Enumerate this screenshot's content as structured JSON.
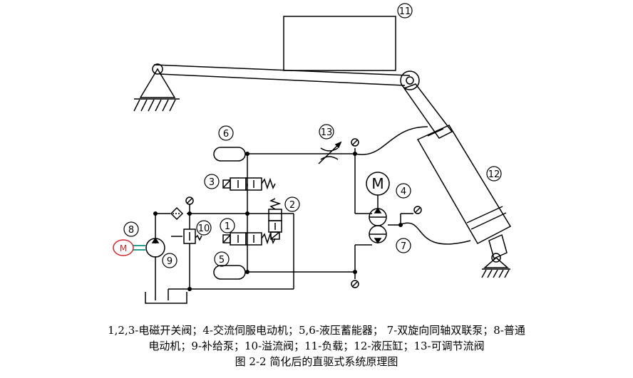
{
  "labels": {
    "n1": "1",
    "n2": "2",
    "n3": "3",
    "n4": "4",
    "n5": "5",
    "n6": "6",
    "n7": "7",
    "n8": "8",
    "n9": "9",
    "n10": "10",
    "n11": "11",
    "n12": "12",
    "n13": "13"
  },
  "motor_symbol": "M",
  "motor_small_symbol": "M",
  "legend_line1": "1,2,3-电磁开关阀；4-交流伺服电动机；5,6-液压蓄能器；  7-双旋向同轴双联泵；8-普通",
  "legend_line2": "电动机；9-补给泵；10-溢流阀；11-负载；12-液压缸；13-可调节流阀",
  "caption": "图 2-2  简化后的直驱式系统原理图",
  "colors": {
    "motor_small": "#d62828",
    "line": "#000000",
    "pump_accent": "#2a9d8f"
  }
}
